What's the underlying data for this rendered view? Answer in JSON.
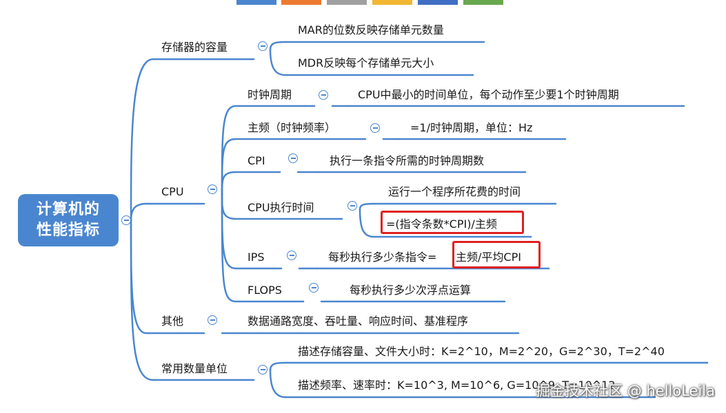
{
  "root": {
    "line1": "计算机的",
    "line2": "性能指标"
  },
  "branches": {
    "storage": {
      "label": "存储器的容量",
      "children": [
        "MAR的位数反映存储单元数量",
        "MDR反映每个存储单元大小"
      ]
    },
    "cpu": {
      "label": "CPU",
      "items": {
        "clock_cycle": {
          "label": "时钟周期",
          "detail": "CPU中最小的时间单位，每个动作至少要1个时钟周期"
        },
        "frequency": {
          "label": "主频（时钟频率）",
          "detail": "=1/时钟周期，单位：Hz"
        },
        "cpi": {
          "label": "CPI",
          "detail": "执行一条指令所需的时钟周期数"
        },
        "exec_time": {
          "label": "CPU执行时间",
          "detail1": "运行一个程序所花费的时间",
          "detail2": "=(指令条数*CPI)/主频"
        },
        "ips": {
          "label": "IPS",
          "detail_prefix": "每秒执行多少条指令=",
          "detail_highlight": "主频/平均CPI"
        },
        "flops": {
          "label": "FLOPS",
          "detail": "每秒执行多少次浮点运算"
        }
      }
    },
    "other": {
      "label": "其他",
      "detail": "数据通路宽度、吞吐量、响应时间、基准程序"
    },
    "units": {
      "label": "常用数量单位",
      "children": [
        "描述存储容量、文件大小时：K=2^10，M=2^20，G=2^30，T=2^40",
        "描述频率、速率时：K=10^3, M=10^6, G=10^9, T=10^12"
      ]
    }
  },
  "watermark": "掘金技术社区 @ helloLeila",
  "colors": {
    "connector": "#4a86cf",
    "root_fill": "#4a86cf",
    "highlight": "#e02020",
    "top_swatches": [
      "#4a86cf",
      "#ec7a2f",
      "#a0a0a0",
      "#f2b632",
      "#3f6fc4",
      "#6aa84f"
    ]
  }
}
